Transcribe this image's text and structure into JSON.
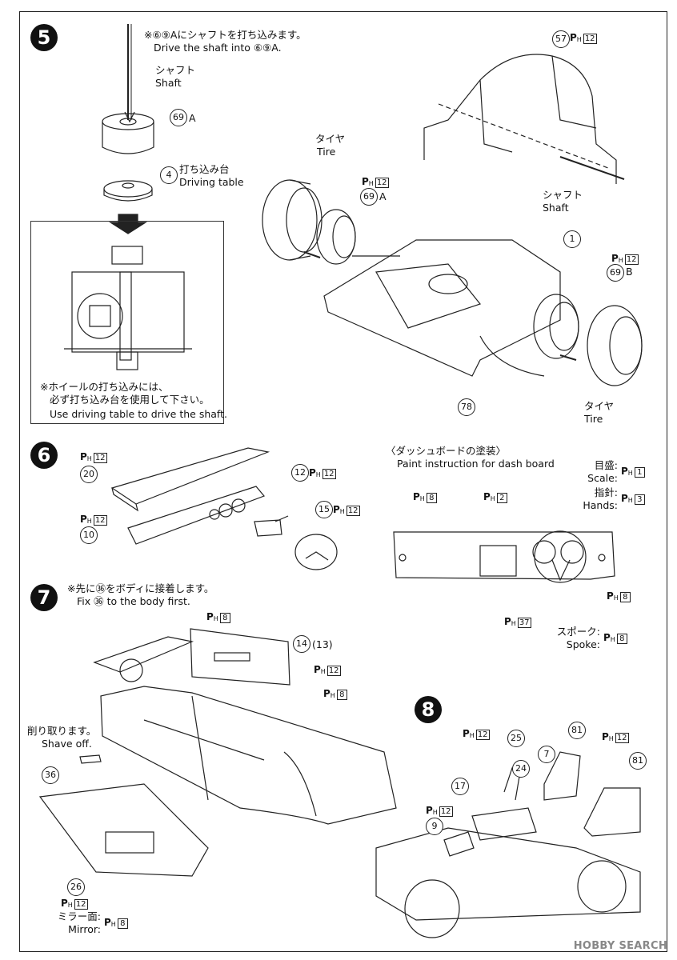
{
  "steps": {
    "s5": "5",
    "s6": "6",
    "s7": "7",
    "s8": "8"
  },
  "ph_prefix": {
    "p": "P",
    "sub": "H"
  },
  "step5": {
    "note_jp": "※⑥⑨Aにシャフトを打ち込みます。",
    "note_en": "Drive the shaft into ⑥⑨A.",
    "shaft_jp": "シャフト",
    "shaft_en": "Shaft",
    "part69a": "69",
    "part69a_suffix": "A",
    "part4": "4",
    "driving_table_jp": "打ち込み台",
    "driving_table_en": "Driving table",
    "box_note_jp1": "※ホイールの打ち込みには、",
    "box_note_jp2": "必ず打ち込み台を使用して下さい。",
    "box_note_en": "Use driving table to drive the shaft.",
    "tire_left_jp": "タイヤ",
    "tire_left_en": "Tire",
    "ph12_a": "12",
    "part69a_2": "69",
    "part69a_2_suffix": "A",
    "part57": "57",
    "ph12_57": "12",
    "shaft2_jp": "シャフト",
    "shaft2_en": "Shaft",
    "part1": "1",
    "ph12_b": "12",
    "part69b": "69",
    "part69b_suffix": "B",
    "part78": "78",
    "tire_right_jp": "タイヤ",
    "tire_right_en": "Tire"
  },
  "step6": {
    "ph12_20": "12",
    "part20": "20",
    "ph12_10": "12",
    "part10": "10",
    "part12": "12",
    "ph12_12": "12",
    "part15": "15",
    "ph12_15": "12",
    "dash_title_jp": "〈ダッシュボードの塗装〉",
    "dash_title_en": "Paint instruction for dash board",
    "scale_jp": "目盛:",
    "scale_en": "Scale:",
    "ph_scale": "1",
    "hands_jp": "指針:",
    "hands_en": "Hands:",
    "ph_hands": "3",
    "ph_8": "8",
    "ph_2": "2",
    "ph_8b": "8",
    "ph_37": "37",
    "spoke_jp": "スポーク:",
    "spoke_en": "Spoke:",
    "ph_spoke": "8"
  },
  "step7": {
    "note_jp": "※先に㊱をボディに接着します。",
    "note_en": "Fix ㊱ to the body first.",
    "ph8_top": "8",
    "part14": "14",
    "part13": "(13)",
    "ph12_14": "12",
    "ph8_14": "8",
    "shave_jp": "削り取ります。",
    "shave_en": "Shave off.",
    "part36": "36",
    "part26": "26",
    "ph12_26": "12",
    "mirror_jp": "ミラー面:",
    "mirror_en": "Mirror:",
    "ph_mirror": "8"
  },
  "step8": {
    "ph12_left": "12",
    "part25": "25",
    "part81a": "81",
    "ph12_right": "12",
    "part81b": "81",
    "part7": "7",
    "part24": "24",
    "part17": "17",
    "ph12_9": "12",
    "part9": "9"
  },
  "watermark": "HOBBY SEARCH"
}
